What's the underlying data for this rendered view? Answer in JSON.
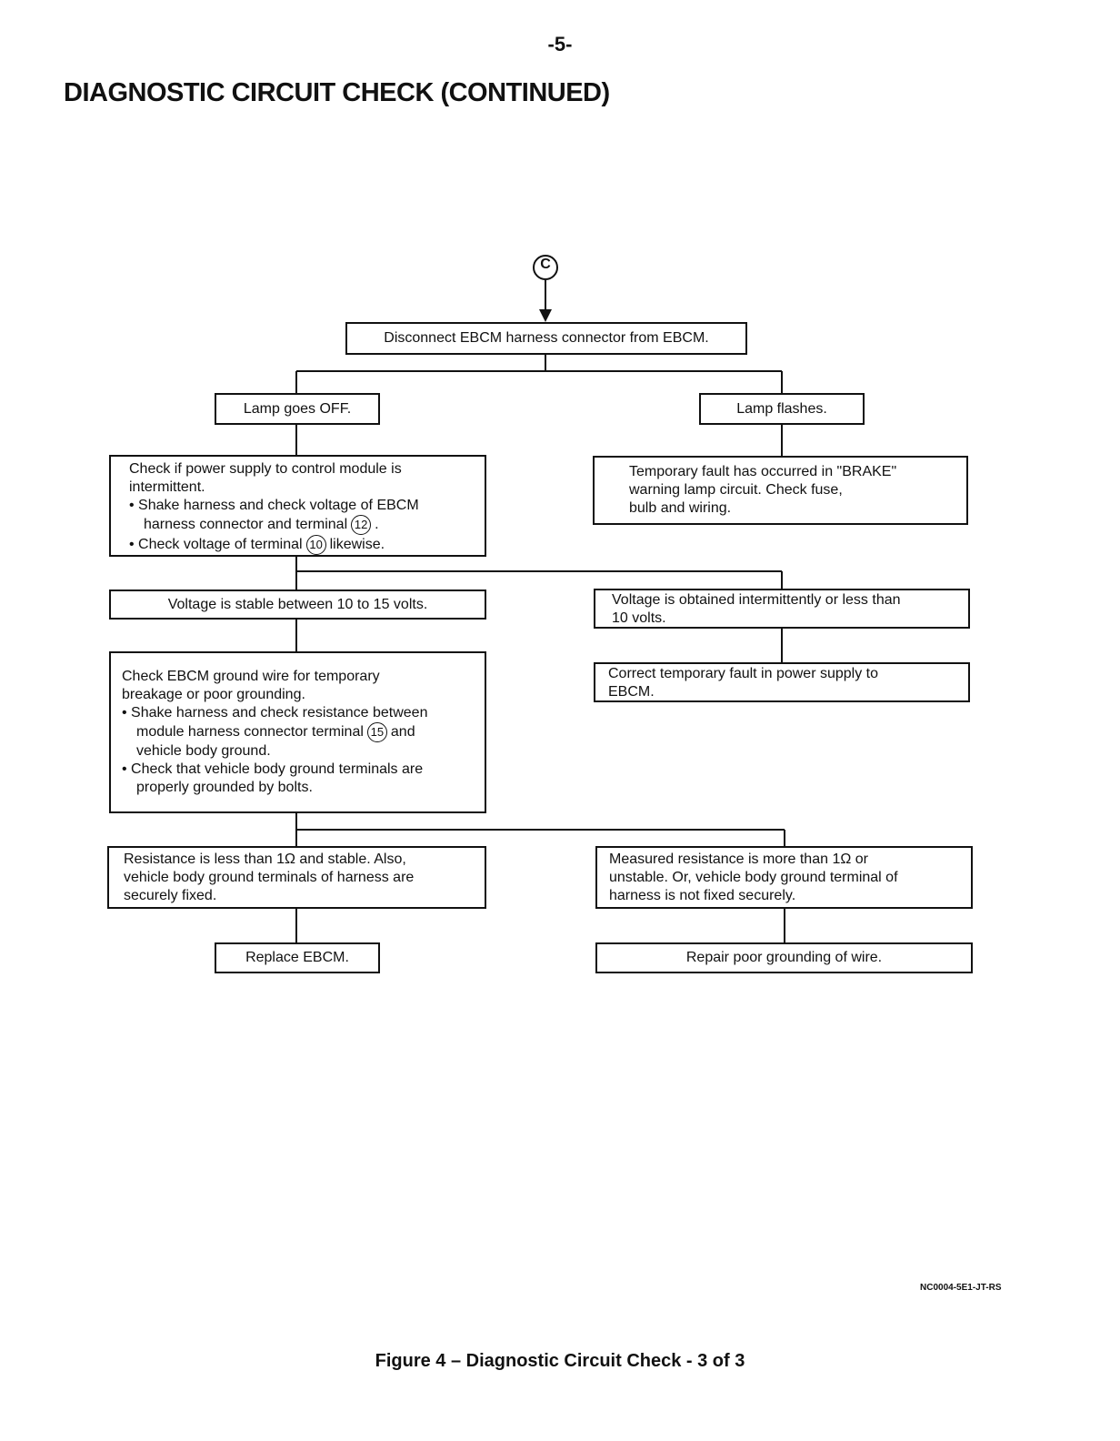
{
  "page_number": "-5-",
  "title": "DIAGNOSTIC CIRCUIT CHECK (CONTINUED)",
  "entry_connector": "C",
  "boxes": {
    "disconnect": "Disconnect EBCM harness connector from EBCM.",
    "lamp_off": "Lamp goes OFF.",
    "lamp_flashes": "Lamp flashes.",
    "check_power": {
      "line1": "Check if power supply to control module is",
      "line2": "intermittent.",
      "bullet1a": "• Shake harness and check voltage of EBCM",
      "bullet1b": "harness connector and terminal",
      "terminal1": "12",
      "bullet2": "• Check voltage of terminal",
      "terminal2": "10",
      "bullet2_end": "likewise."
    },
    "temporary_fault": {
      "line1": "Temporary fault has occurred in \"BRAKE\"",
      "line2": "warning lamp circuit. Check fuse,",
      "line3": "bulb and wiring."
    },
    "voltage_stable": "Voltage is stable between 10 to 15 volts.",
    "voltage_intermittent": {
      "line1": "Voltage is obtained intermittently or less than",
      "line2": "10 volts."
    },
    "check_ground": {
      "line1": "Check EBCM ground wire for temporary",
      "line2": "breakage or poor grounding.",
      "bullet1a": "• Shake harness and check resistance between",
      "bullet1b": "module harness connector terminal",
      "terminal": "15",
      "bullet1b_end": "and",
      "bullet1c": "vehicle body ground.",
      "bullet2a": "• Check that vehicle body ground terminals are",
      "bullet2b": "properly grounded by bolts."
    },
    "correct_fault": {
      "line1": "Correct temporary fault in power supply to",
      "line2": "EBCM."
    },
    "resistance_low": {
      "line1": "Resistance is less than 1Ω and stable. Also,",
      "line2": "vehicle body ground terminals of harness are",
      "line3": "securely fixed."
    },
    "resistance_high": {
      "line1": "Measured resistance is more than 1Ω or",
      "line2": "unstable. Or, vehicle body ground terminal of",
      "line3": "harness is not fixed securely."
    },
    "replace_ebcm": "Replace EBCM.",
    "repair_ground": "Repair poor grounding of wire."
  },
  "document_code": "NC0004-5E1-JT-RS",
  "caption": "Figure 4 – Diagnostic Circuit Check - 3 of 3"
}
